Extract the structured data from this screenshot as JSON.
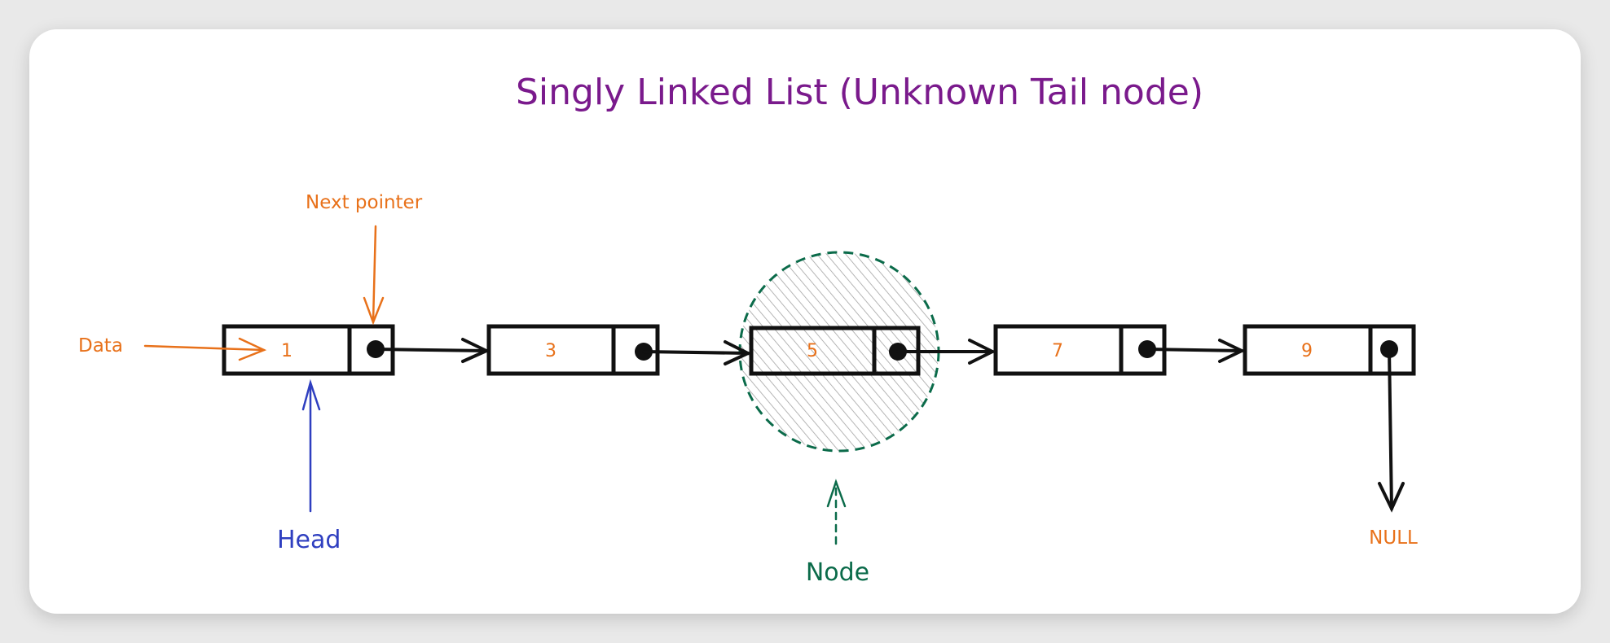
{
  "title": "Singly Linked List (Unknown Tail node)",
  "nodes": [
    {
      "value": "1"
    },
    {
      "value": "3"
    },
    {
      "value": "5"
    },
    {
      "value": "7"
    },
    {
      "value": "9"
    }
  ],
  "labels": {
    "next_pointer": "Next pointer",
    "data": "Data",
    "head": "Head",
    "node": "Node",
    "null": "NULL"
  },
  "colors": {
    "title": "#7a1a8c",
    "annotation": "#e8711a",
    "head": "#2f3fc0",
    "node": "#0b6b4a",
    "ink": "#111111",
    "hatch": "#9a9a9a"
  }
}
